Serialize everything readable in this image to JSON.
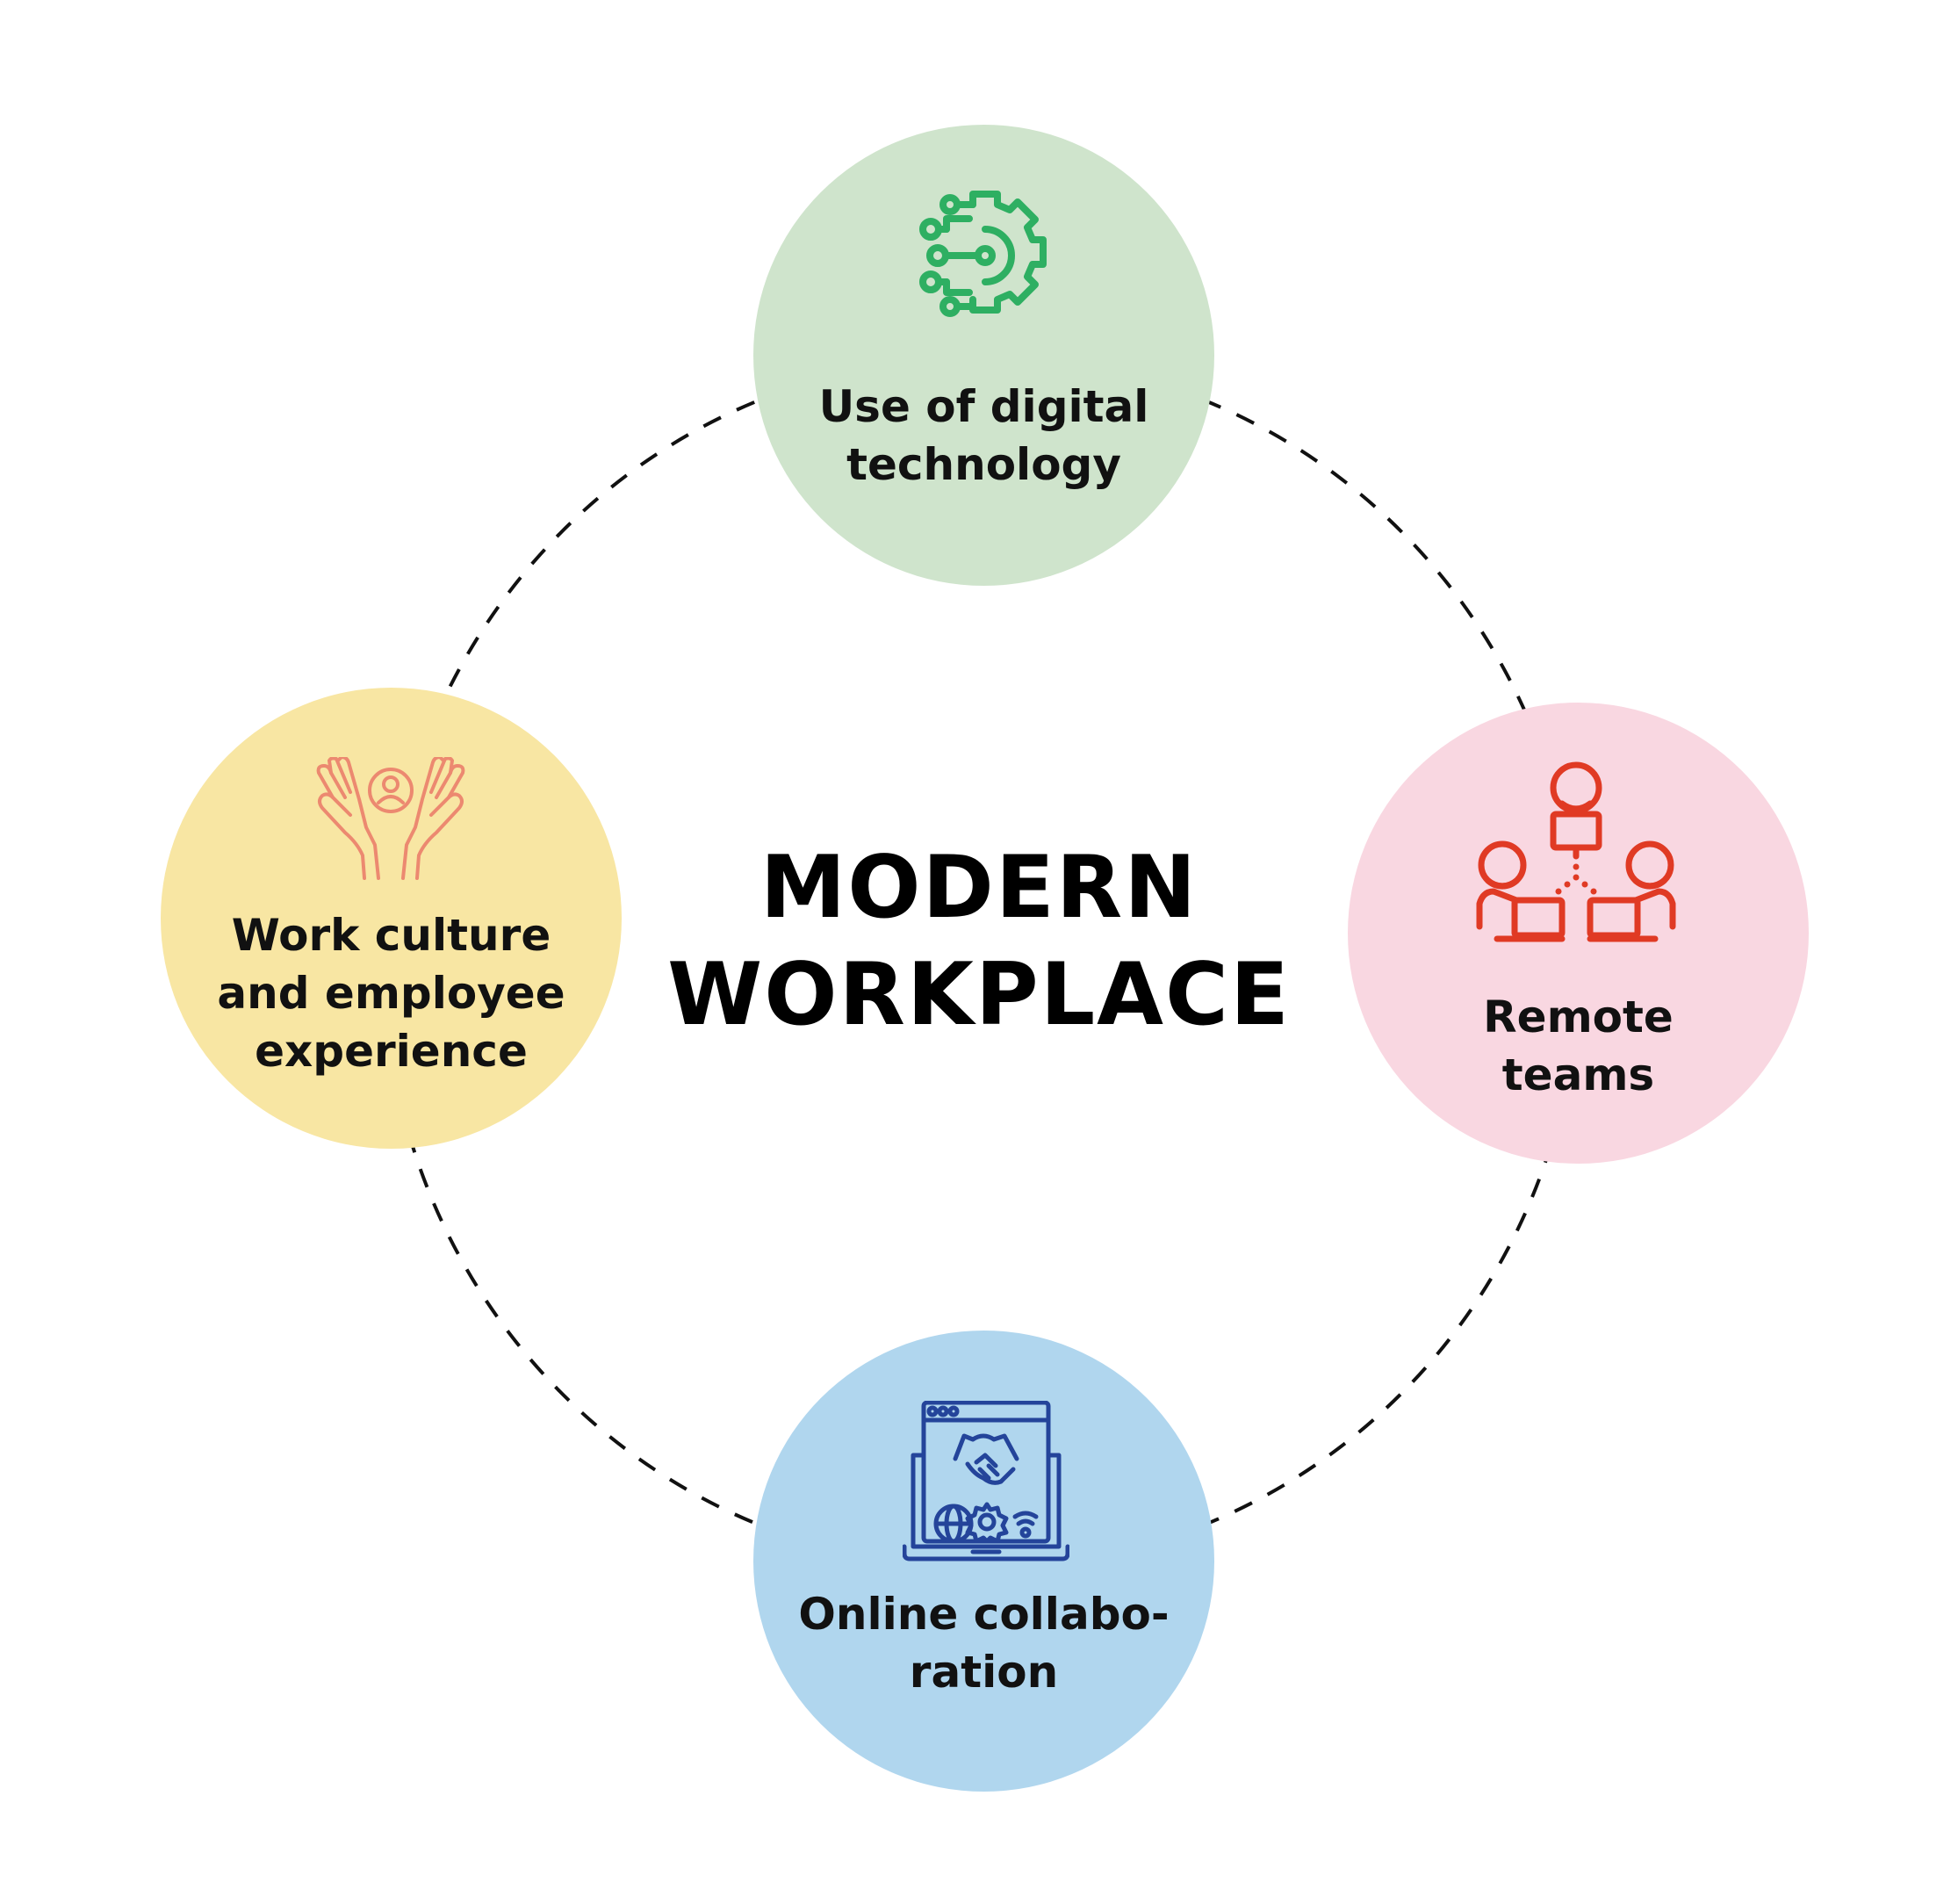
{
  "center": {
    "title_lines": [
      "MODERN",
      "WORKPLACE"
    ]
  },
  "nodes": [
    {
      "id": "digital-technology",
      "label_lines": [
        "Use of digital",
        "technology"
      ],
      "fill": "#cfe4cc",
      "icon": "gear-circuit-icon",
      "icon_color": "#2eaf62"
    },
    {
      "id": "remote-teams",
      "label_lines": [
        "Remote",
        "teams"
      ],
      "fill": "#f9d7e1",
      "icon": "remote-team-laptops-icon",
      "icon_color": "#e03a24"
    },
    {
      "id": "online-collaboration",
      "label_lines": [
        "Online collabo-",
        "ration"
      ],
      "fill": "#b0d6ee",
      "icon": "handshake-laptop-icon",
      "icon_color": "#24449a"
    },
    {
      "id": "work-culture",
      "label_lines": [
        "Work culture",
        "and employee",
        "experience"
      ],
      "fill": "#f8e6a3",
      "icon": "hands-holding-person-icon",
      "icon_color": "#ec8970"
    }
  ],
  "connector": {
    "style": "dashed",
    "color": "#111111"
  }
}
